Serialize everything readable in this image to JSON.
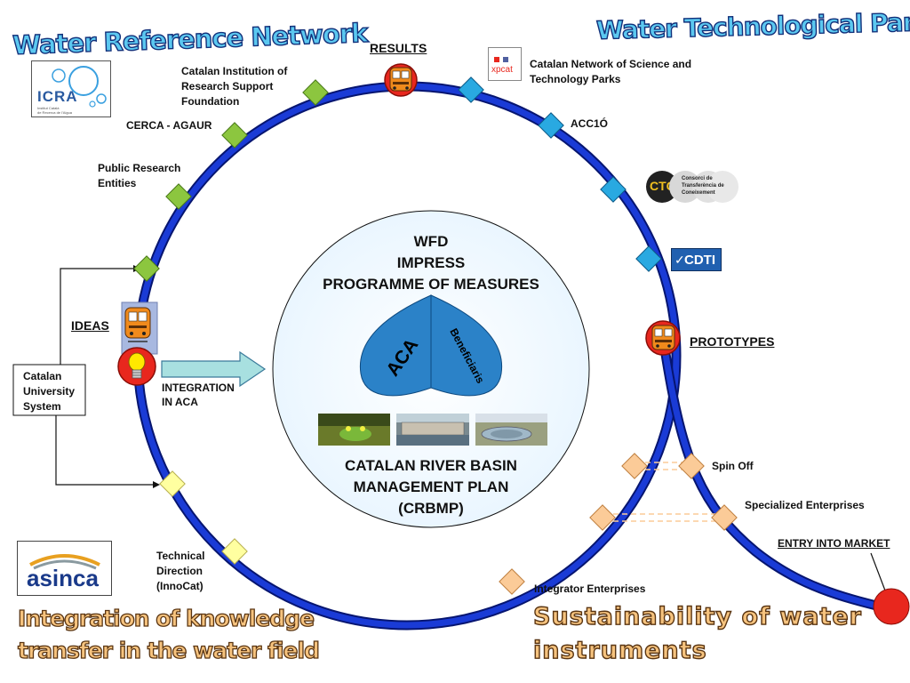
{
  "titles": {
    "left_top": "Water Reference Network",
    "right_top": "Water Technological Park",
    "left_bottom_line1": "Integration of knowledge",
    "left_bottom_line2": "transfer in the water field",
    "right_bottom_line1": "Sustainability of water",
    "right_bottom_line2": "instruments"
  },
  "center": {
    "top_line1": "WFD",
    "top_line2": "IMPRESS",
    "top_line3": "PROGRAMME OF MEASURES",
    "heart_left": "ACA",
    "heart_right": "Beneficiaris",
    "bottom_line1": "CATALAN RIVER BASIN",
    "bottom_line2": "MANAGEMENT PLAN",
    "bottom_line3": "(CRBMP)"
  },
  "stations": {
    "results": "RESULTS",
    "ideas": "IDEAS",
    "prototypes": "PROTOTYPES",
    "entry_market": "ENTRY INTO MARKET"
  },
  "labels": {
    "catalan_institution_1": "Catalan Institution of",
    "catalan_institution_2": "Research Support",
    "catalan_institution_3": "Foundation",
    "cerca": "CERCA - AGAUR",
    "public_research_1": "Public Research",
    "public_research_2": "Entities",
    "university_1": "Catalan",
    "university_2": "University",
    "university_3": "System",
    "integration_1": "INTEGRATION",
    "integration_2": "IN ACA",
    "technical_1": "Technical",
    "technical_2": "Direction",
    "technical_3": "(InnoCat)",
    "xarxa_1": "Catalan Network of Science and",
    "xarxa_2": "Technology Parks",
    "acc1o": "ACC1Ó",
    "spin_off": "Spin Off",
    "specialized": "Specialized Enterprises",
    "integrator": "Integrator Enterprises"
  },
  "logos": {
    "icra": "ICRA",
    "icra_sub1": "Institut Català",
    "icra_sub2": "de Recerca de l'Aigua",
    "xpcat": "xpcat",
    "ctc": "CTC",
    "ctc_t1": "Consorci de",
    "ctc_t2": "Transferència de",
    "ctc_t3": "Coneixement",
    "cdti": "CDTI",
    "asinca": "asinca"
  },
  "colors": {
    "track": "#1330c8",
    "track_edge": "#061570",
    "diamond_green": "#8cc63f",
    "diamond_cyan": "#29a9e1",
    "diamond_yellow": "#ffffa0",
    "diamond_peach": "#fbcb98",
    "heart": "#2b82c8",
    "station_red": "#e8271e"
  },
  "icons": {
    "train": "train-icon",
    "bulb": "lightbulb-icon",
    "arrow": "right-arrow-icon"
  }
}
